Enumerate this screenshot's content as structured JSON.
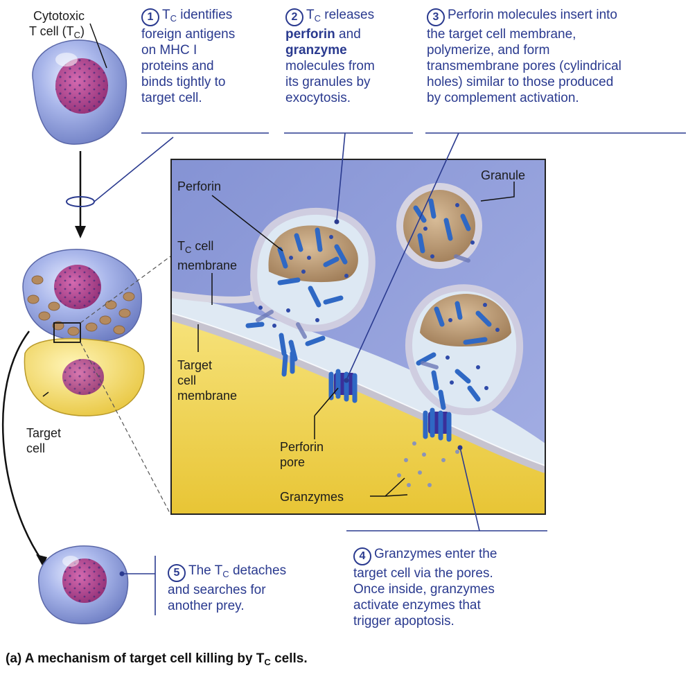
{
  "labels": {
    "cytotoxic_line1": "Cytotoxic",
    "cytotoxic_line2a": "T cell (T",
    "cytotoxic_sub": "C",
    "cytotoxic_line2b": ")",
    "perforin": "Perforin",
    "tc_membrane_a": "T",
    "tc_membrane_sub": "C",
    "tc_membrane_b": " cell",
    "tc_membrane_c": "membrane",
    "target_membrane_1": "Target",
    "target_membrane_2": "cell",
    "target_membrane_3": "membrane",
    "target_cell_1": "Target",
    "target_cell_2": "cell",
    "granule": "Granule",
    "perforin_pore_1": "Perforin",
    "perforin_pore_2": "pore",
    "granzymes": "Granzymes"
  },
  "steps": {
    "s1": {
      "num": "1",
      "a": "T",
      "sub": "C",
      "b": " identifies",
      "l2": "foreign antigens",
      "l3": "on MHC I",
      "l4": "proteins and",
      "l5": "binds tightly to",
      "l6": "target cell."
    },
    "s2": {
      "num": "2",
      "a": "T",
      "sub": "C",
      "b": " releases",
      "bold1": "perforin",
      "and": " and",
      "bold2": "granzyme",
      "l4": "molecules from",
      "l5": "its granules by",
      "l6": "exocytosis."
    },
    "s3": {
      "num": "3",
      "l1": "Perforin molecules insert into",
      "l2": "the target cell membrane,",
      "l3": "polymerize, and form",
      "l4": "transmembrane pores (cylindrical",
      "l5": "holes) similar to those produced",
      "l6": "by complement activation."
    },
    "s4": {
      "num": "4",
      "l1": "Granzymes enter the",
      "l2": "target cell via the pores.",
      "l3": "Once inside, granzymes",
      "l4": "activate enzymes that",
      "l5": "trigger apoptosis."
    },
    "s5": {
      "num": "5",
      "a": "The T",
      "sub": "C",
      "b": " detaches",
      "l2": "and  searches for",
      "l3": "another prey."
    }
  },
  "caption": {
    "a": "(a) A mechanism of target cell killing by T",
    "sub": "C",
    "b": " cells."
  },
  "colors": {
    "tcell": "#8f9fdc",
    "nucleus": "#b0408a",
    "target": "#f2d75a",
    "accent": "#2a3a8f",
    "perforin": "#2f68c4"
  }
}
